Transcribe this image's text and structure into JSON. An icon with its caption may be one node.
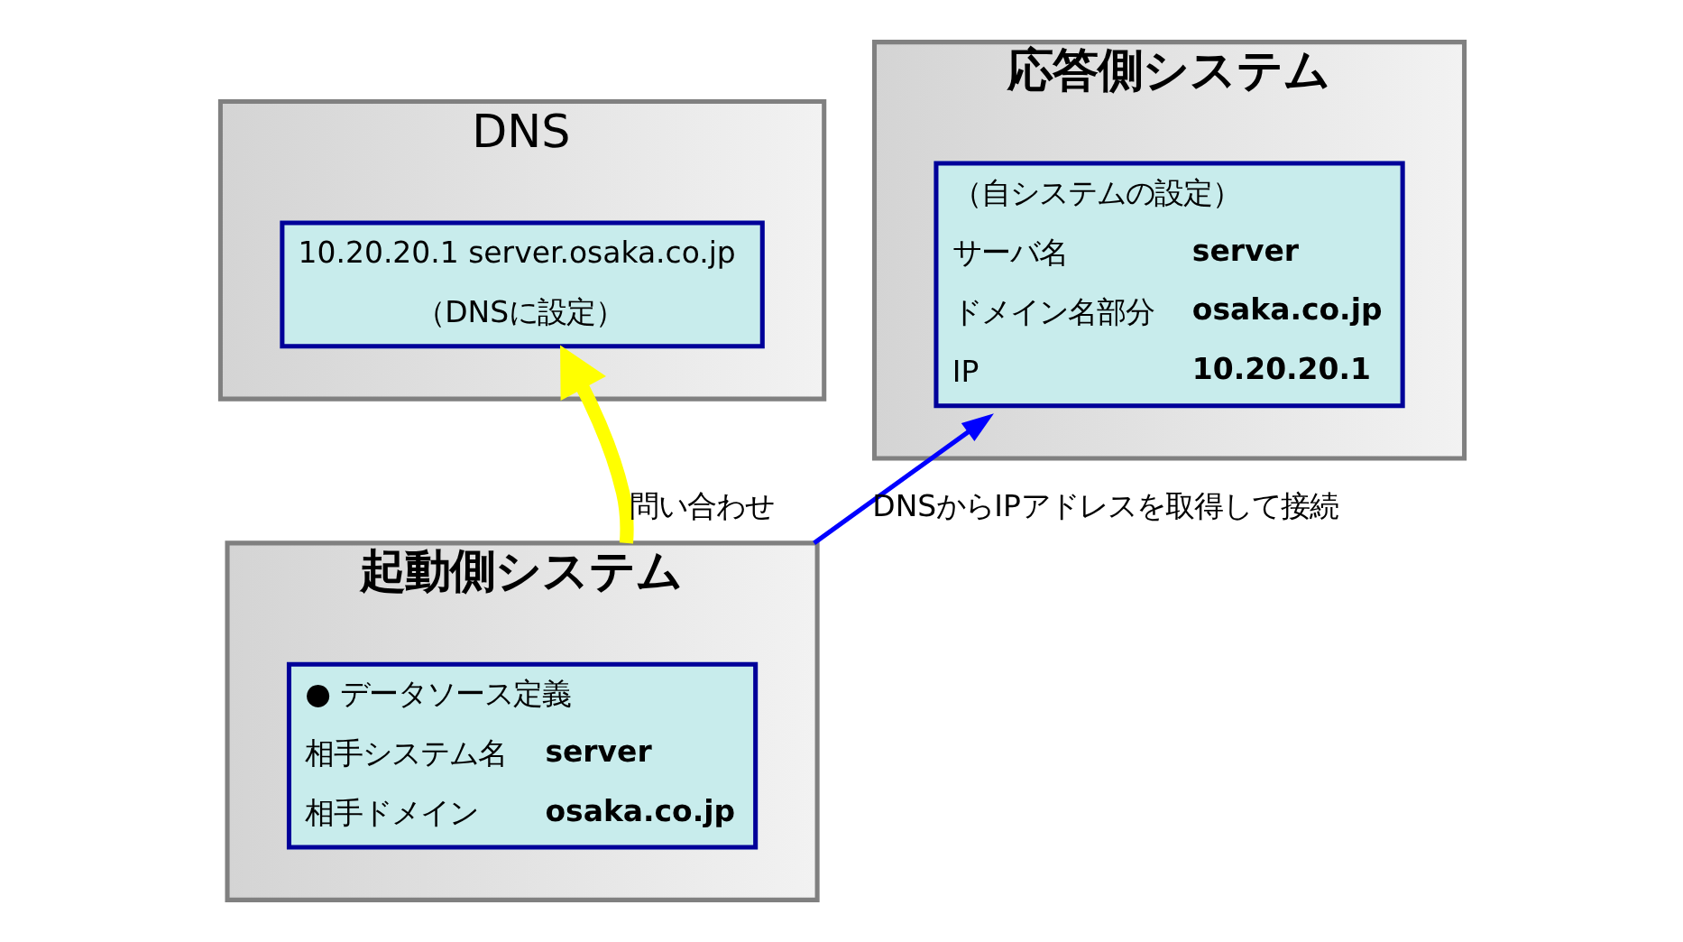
{
  "diagram": {
    "nodes": [
      {
        "text": [
          "DNS"
        ]
      },
      {
        "text": [
          "10.20.20.1 server.osaka.co.jp",
          "（DNSに設定）"
        ],
        "in": 0
      },
      {
        "text": [
          "起動側システム"
        ]
      },
      {
        "text": [
          "● データソース定義",
          "相手システム名",
          "server",
          "相手ドメイン",
          "osaka.co.jp"
        ],
        "in": 2
      },
      {
        "text": [
          "応答側システム"
        ]
      },
      {
        "text": [
          "（自システムの設定）",
          "サーバ名",
          "server",
          "ドメイン名部分",
          "osaka.co.jp",
          "IP",
          "10.20.20.1"
        ],
        "in": 4
      }
    ],
    "edges": [
      {
        "from": 2,
        "to": 1,
        "arrow": "to",
        "label": "問い合わせ",
        "style": "thick",
        "color": "#ffff00"
      },
      {
        "from": 2,
        "to": 5,
        "arrow": "to",
        "label": "DNSからIPアドレスを取得して接続",
        "color": "#0000ff"
      }
    ]
  }
}
